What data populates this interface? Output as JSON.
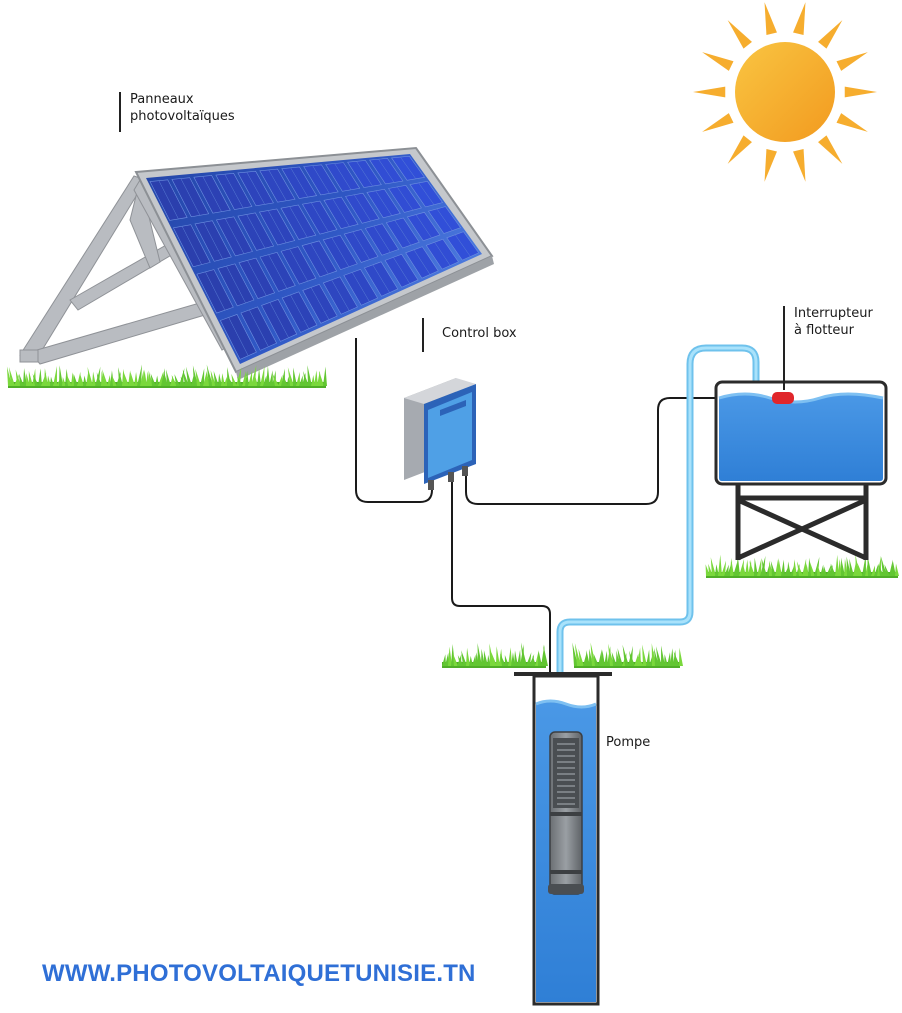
{
  "labels": {
    "panels_line1": "Panneaux",
    "panels_line2": "photovoltaïques",
    "control_box": "Control box",
    "float_switch_line1": "Interrupteur",
    "float_switch_line2": "à flotteur",
    "pump": "Pompe"
  },
  "footer": {
    "url": "WWW.PHOTOVOLTAIQUETUNISIE.TN"
  },
  "icons": {
    "sun": "sun-icon",
    "panel": "solar-panel",
    "control_box": "control-box",
    "tank": "water-tank",
    "pump": "submersible-pump"
  },
  "colors": {
    "panel_blue": "#2c4fb3",
    "panel_dark": "#1c3688",
    "frame": "#b9bcc1",
    "sun": "#f6ad2e",
    "sun_core": "#f59b1c",
    "water": "#3d8ee0",
    "water_light": "#7ec0f2",
    "pipe": "#8ad3f5",
    "grass": "#62c632",
    "cable": "#1a1a1a",
    "float_red": "#e0262b",
    "url_blue": "#2f6fd6"
  }
}
